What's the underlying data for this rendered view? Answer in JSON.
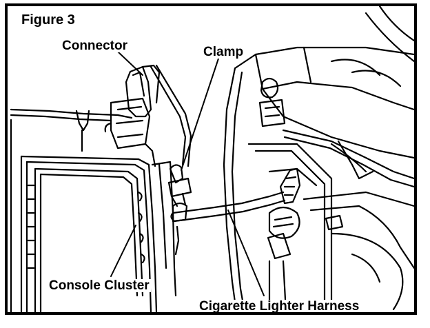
{
  "figure": {
    "title": "Figure 3"
  },
  "labels": {
    "connector": "Connector",
    "clamp": "Clamp",
    "console_cluster": "Console Cluster",
    "cigarette_lighter_harness": "Cigarette Lighter Harness"
  },
  "colors": {
    "line": "#000000",
    "background": "#ffffff"
  }
}
